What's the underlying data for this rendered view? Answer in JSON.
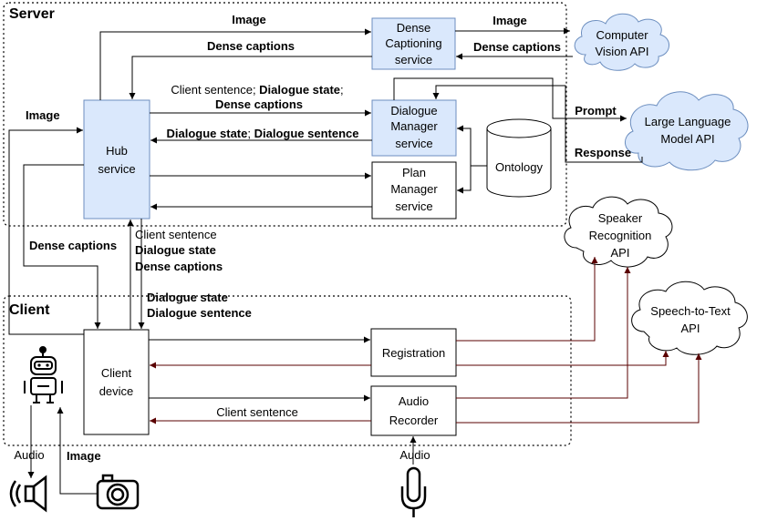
{
  "regions": {
    "server": "Server",
    "client": "Client"
  },
  "boxes": {
    "hub": [
      "Hub",
      "service"
    ],
    "dense_captioning": [
      "Dense",
      "Captioning",
      "service"
    ],
    "dialogue_manager": [
      "Dialogue",
      "Manager",
      "service"
    ],
    "plan_manager": [
      "Plan",
      "Manager",
      "service"
    ],
    "ontology": "Ontology",
    "client_device": [
      "Client",
      "device"
    ],
    "registration": "Registration",
    "audio_recorder": [
      "Audio",
      "Recorder"
    ]
  },
  "clouds": {
    "computer_vision": [
      "Computer",
      "Vision API"
    ],
    "llm": [
      "Large Language",
      "Model API"
    ],
    "speaker_recognition": [
      "Speaker",
      "Recognition",
      "API"
    ],
    "speech_to_text": [
      "Speech-to-Text",
      "API"
    ]
  },
  "labels": {
    "hub_to_dc_image": "Image",
    "dc_to_hub_captions": "Dense captions",
    "dc_to_cv_image": "Image",
    "cv_to_dc_captions": "Dense captions",
    "hub_to_dm_line1_plain": "Client sentence; ",
    "hub_to_dm_line1_bold": "Dialogue state",
    "hub_to_dm_line1_end": ";",
    "hub_to_dm_line2": "Dense captions",
    "dm_to_hub_bold1": "Dialogue state",
    "dm_to_hub_sep": "; ",
    "dm_to_hub_bold2": "Dialogue sentence",
    "prompt": "Prompt",
    "response": "Response",
    "left_image": "Image",
    "left_dense_captions": "Dense captions",
    "cd_to_hub_1": "Client sentence",
    "cd_to_hub_2": "Dialogue state",
    "cd_to_hub_3": "Dense captions",
    "hub_to_cd_1": "Dialogue state",
    "hub_to_cd_2": "Dialogue sentence",
    "ar_to_cd": "Client sentence",
    "robot_audio": "Audio",
    "camera_image": "Image",
    "mic_audio": "Audio"
  },
  "icons": [
    "robot-icon",
    "speaker-icon",
    "camera-icon",
    "microphone-icon"
  ]
}
